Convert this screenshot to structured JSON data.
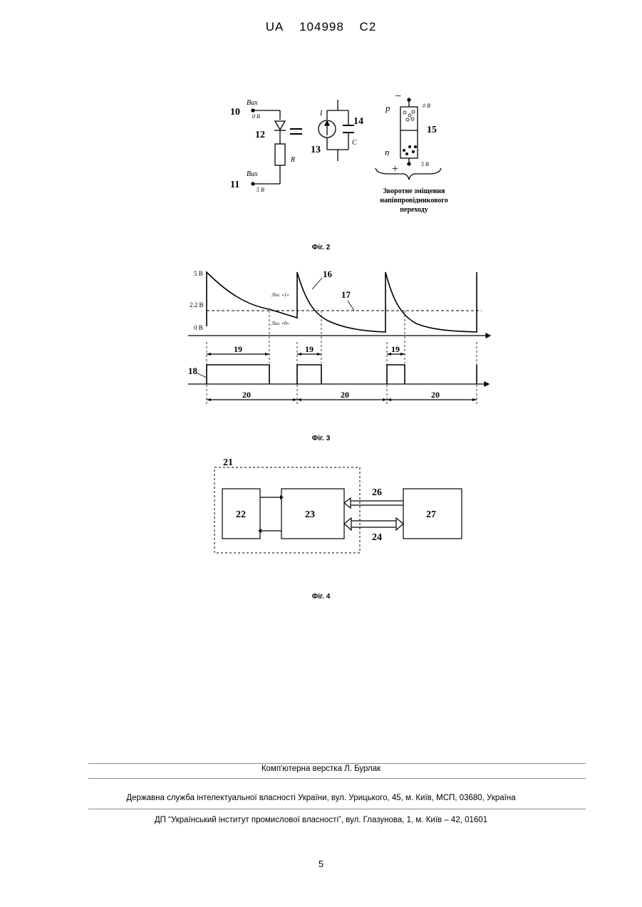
{
  "header": {
    "country": "UA",
    "number": "104998",
    "kind": "C2"
  },
  "fig2": {
    "caption": "Фіг. 2",
    "label_10": "10",
    "label_11": "11",
    "label_12": "12",
    "label_13": "13",
    "label_14": "14",
    "label_15": "15",
    "vout_top": "Вих",
    "v0_top": "0 В",
    "vout_bot": "Вих",
    "v5_bot": "5 В",
    "r": "R",
    "i": "I",
    "c": "C",
    "p": "p",
    "n": "n",
    "minus": "−",
    "plus": "+",
    "v0_right": "0 В",
    "v5_right": "5 В",
    "note_line1": "Зворотне зміщення",
    "note_line2": "напівпровідникового",
    "note_line3": "переходу"
  },
  "fig3": {
    "caption": "Фіг. 3",
    "y_5v": "5 В",
    "y_22v": "2.2 В",
    "y_0v": "0 В",
    "label_16": "16",
    "label_17": "17",
    "label_18": "18",
    "label_19a": "19",
    "label_19b": "19",
    "label_19c": "19",
    "label_20a": "20",
    "label_20b": "20",
    "label_20c": "20",
    "log1": "Лог. «1»",
    "log0": "Лог. «0»"
  },
  "fig4": {
    "caption": "Фіг. 4",
    "b21": "21",
    "b22": "22",
    "b23": "23",
    "b24": "24",
    "b26": "26",
    "b27": "27"
  },
  "footer": {
    "layout": "Комп'ютерна верстка Л. Бурлак",
    "service": "Державна служба інтелектуальної власності України, вул. Урицького, 45, м. Київ, МСП, 03680, Україна",
    "institute": "ДП “Український інститут промислової власності”, вул. Глазунова, 1, м. Київ – 42, 01601"
  },
  "page_number": "5"
}
